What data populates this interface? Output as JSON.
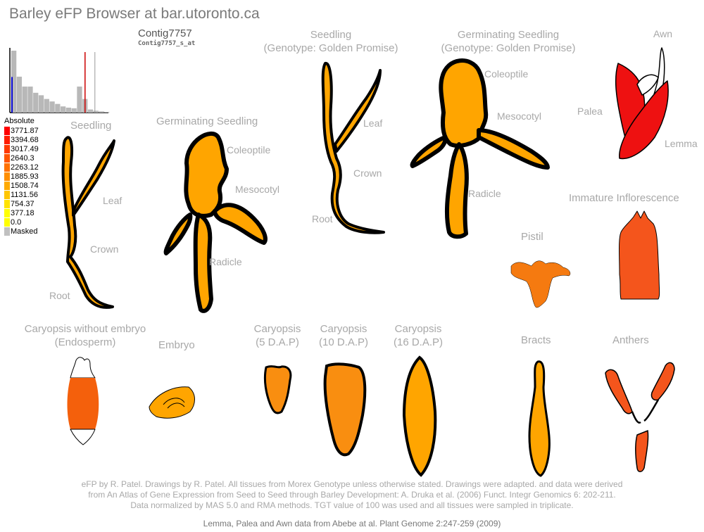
{
  "page": {
    "title": "Barley eFP Browser at bar.utoronto.ca",
    "probe_name": "Contig7757",
    "probe_id": "Contig7757_s_at"
  },
  "legend": {
    "header": "Absolute",
    "entries": [
      {
        "value": "3771.87",
        "color": "#ff0000"
      },
      {
        "value": "3394.68",
        "color": "#ff1c00"
      },
      {
        "value": "3017.49",
        "color": "#ff3900"
      },
      {
        "value": "2640.3",
        "color": "#ff5500"
      },
      {
        "value": "2263.12",
        "color": "#ff7100"
      },
      {
        "value": "1885.93",
        "color": "#ff8e00"
      },
      {
        "value": "1508.74",
        "color": "#ffaa00"
      },
      {
        "value": "1131.56",
        "color": "#ffc600"
      },
      {
        "value": "754.37",
        "color": "#ffe300"
      },
      {
        "value": "377.18",
        "color": "#ffff00"
      },
      {
        "value": "0.0",
        "color": "#ffff00"
      },
      {
        "value": "Masked",
        "color": "#c0c0c0"
      }
    ]
  },
  "histogram": {
    "bars": [
      1.0,
      0.58,
      0.42,
      0.42,
      0.32,
      0.28,
      0.22,
      0.18,
      0.14,
      0.1,
      0.08,
      0.07,
      0.42,
      0.22,
      0.05,
      0.03,
      0.02,
      0.01
    ],
    "marker_fraction": 0.62
  },
  "labels": {
    "seedling_left": "Seedling",
    "leaf": "Leaf",
    "crown": "Crown",
    "root": "Root",
    "germinating_seedling": "Germinating Seedling",
    "coleoptile": "Coleoptile",
    "mesocotyl": "Mesocotyl",
    "radicle": "Radicle",
    "seedling_gp_line1": "Seedling",
    "seedling_gp_line2": "(Genotype: Golden Promise)",
    "germ_gp_line1": "Germinating Seedling",
    "germ_gp_line2": "(Genotype: Golden Promise)",
    "awn": "Awn",
    "palea": "Palea",
    "lemma": "Lemma",
    "immature_inflorescence": "Immature Inflorescence",
    "pistil": "Pistil",
    "caryopsis_wo_line1": "Caryopsis without embryo",
    "caryopsis_wo_line2": "(Endosperm)",
    "embryo": "Embryo",
    "car5_line1": "Caryopsis",
    "car5_line2": "(5 D.A.P)",
    "car10_line1": "Caryopsis",
    "car10_line2": "(10 D.A.P)",
    "car16_line1": "Caryopsis",
    "car16_line2": "(16 D.A.P)",
    "bracts": "Bracts",
    "anthers": "Anthers"
  },
  "tissue_colors": {
    "orange_light": "#ffa500",
    "orange_mid": "#fd9b00",
    "orange_dark": "#f57a10",
    "red_orange": "#f4551c",
    "red": "#ee1111",
    "yellow_orange": "#ffb400"
  },
  "footer": {
    "line1": "eFP by R. Patel. Drawings by R. Patel. All tissues from Morex Genotype unless otherwise stated. Drawings were adapted. and data were derived",
    "line2": "from An Atlas of Gene Expression from Seed to Seed through Barley Development: A. Druka et al. (2006) Funct. Integr Genomics 6: 202-211.",
    "line3": "Data normalized by MAS 5.0 and RMA methods. TGT value of 100 was used and all tissues were sampled in triplicate.",
    "line4": "Lemma, Palea and Awn data from Abebe at al. Plant Genome 2:247-259 (2009)"
  }
}
